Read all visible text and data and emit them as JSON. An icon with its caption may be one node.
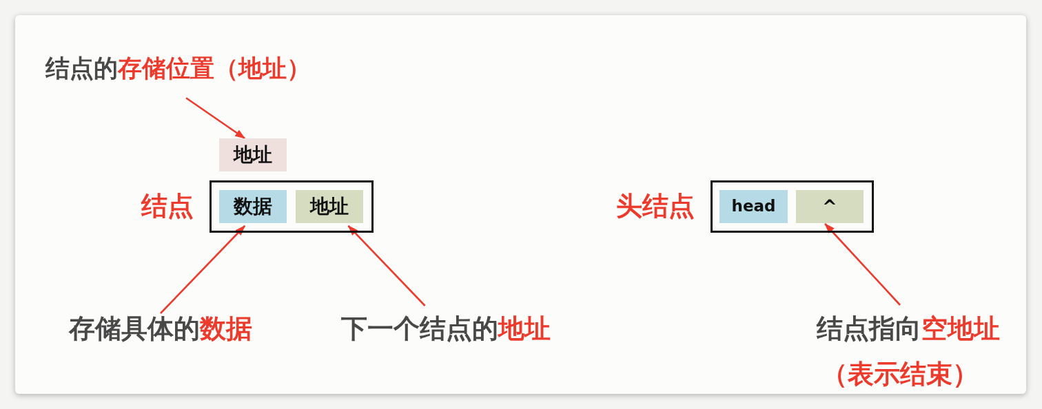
{
  "diagram": {
    "nodes": [
      {
        "text": [
          "结点的**存储位置（地址）**"
        ]
      },
      {
        "text": [
          "地址"
        ]
      },
      {
        "text": [
          "结点"
        ]
      },
      {
        "text": [
          "数据"
        ],
        "in": 2
      },
      {
        "text": [
          "地址"
        ],
        "in": 2
      },
      {
        "text": [
          "头结点"
        ]
      },
      {
        "text": [
          "head"
        ],
        "in": 5
      },
      {
        "text": [
          "^"
        ],
        "in": 5
      },
      {
        "text": [
          "存储具体的**数据**"
        ]
      },
      {
        "text": [
          "下一个结点的**地址**"
        ]
      },
      {
        "text": [
          "结点指向**空地址**"
        ],
        "beside": [
          "（表示结束）"
        ]
      }
    ],
    "edges": [
      {
        "from": 0,
        "to": 1,
        "arrow": "to"
      },
      {
        "from": 8,
        "to": 3,
        "arrow": "to"
      },
      {
        "from": 9,
        "to": 4,
        "arrow": "to"
      },
      {
        "from": 10,
        "to": 7,
        "arrow": "to"
      }
    ]
  }
}
